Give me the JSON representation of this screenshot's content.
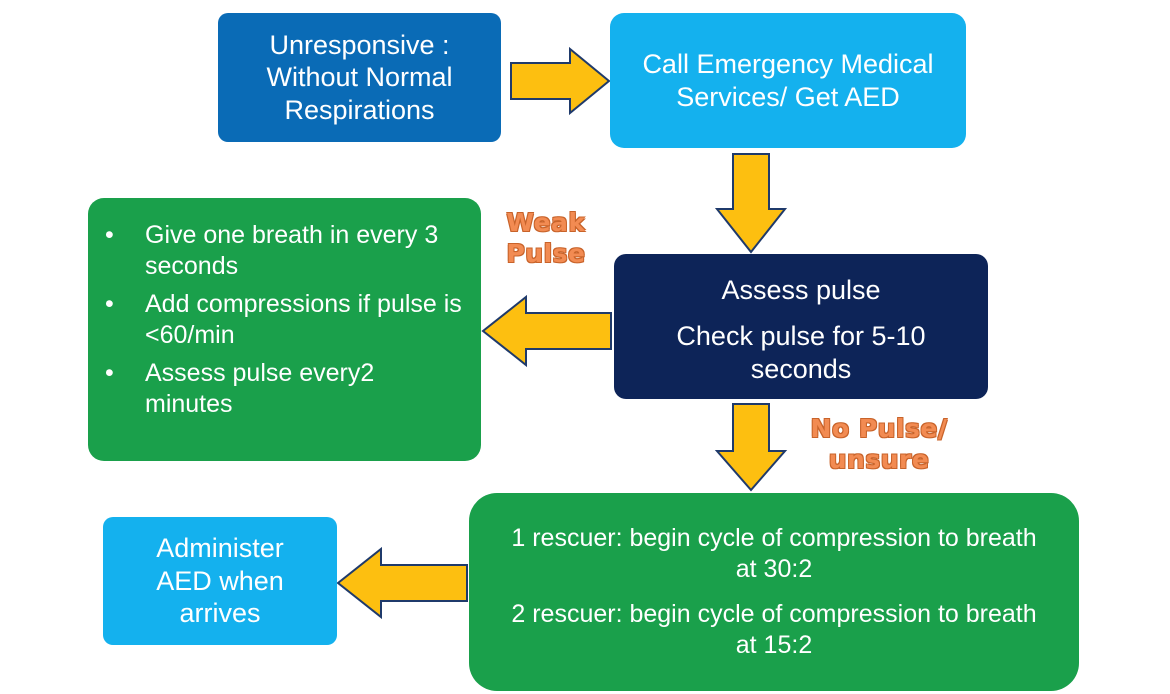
{
  "colors": {
    "dark_blue": "#0a6bb6",
    "light_blue": "#14b1ee",
    "navy": "#0d2458",
    "green": "#1aa04b",
    "arrow_fill": "#fdbf10",
    "arrow_stroke": "#1f3a6b",
    "label_orange": "#f28b52"
  },
  "boxes": {
    "start": {
      "line1": "Unresponsive :",
      "line2": "Without Normal",
      "line3": "Respirations"
    },
    "ems": {
      "line1": "Call Emergency Medical",
      "line2": "Services/ Get AED"
    },
    "assess": {
      "title": "Assess pulse",
      "line1": "Check pulse for 5-10",
      "line2": "seconds"
    },
    "weak_pulse_actions": {
      "bullet": "•",
      "items": [
        "Give one breath in every 3 seconds",
        "Add compressions if pulse is <60/min",
        "Assess pulse every2 minutes"
      ]
    },
    "cpr": {
      "one_rescuer_line1": "1 rescuer: begin cycle of compression to breath",
      "one_rescuer_line2": "at 30:2",
      "two_rescuer_line1": "2 rescuer: begin cycle of compression to breath",
      "two_rescuer_line2": "at 15:2"
    },
    "aed": {
      "line1": "Administer",
      "line2": "AED when",
      "line3": "arrives"
    }
  },
  "labels": {
    "weak_pulse_line1": "Weak",
    "weak_pulse_line2": "Pulse",
    "no_pulse_line1": "No Pulse/",
    "no_pulse_line2": "unsure"
  },
  "arrows": [
    {
      "name": "start-to-ems",
      "direction": "right"
    },
    {
      "name": "ems-to-assess",
      "direction": "down"
    },
    {
      "name": "assess-to-weak-pulse",
      "direction": "left"
    },
    {
      "name": "assess-to-cpr",
      "direction": "down"
    },
    {
      "name": "cpr-to-aed",
      "direction": "left"
    }
  ]
}
